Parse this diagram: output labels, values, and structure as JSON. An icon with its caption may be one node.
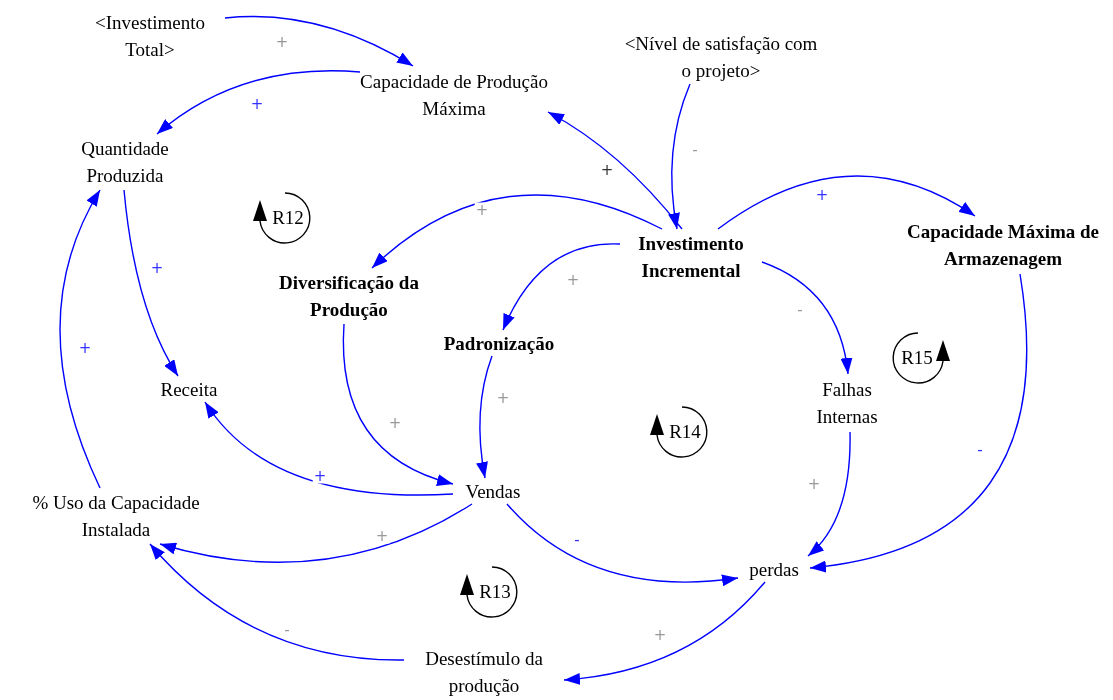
{
  "diagram": {
    "nodes": [
      {
        "text": [
          "<Investimento Total>"
        ]
      },
      {
        "text": [
          "Capacidade de Produção Máxima"
        ]
      },
      {
        "text": [
          "<Nível de satisfação com o projeto>"
        ]
      },
      {
        "text": [
          "Quantidade Produzida"
        ]
      },
      {
        "text": [
          "Investimento Incremental"
        ]
      },
      {
        "text": [
          "Capacidade Máxima de Armazenagem"
        ]
      },
      {
        "text": [
          "Diversificação da Produção"
        ]
      },
      {
        "text": [
          "Padronização"
        ]
      },
      {
        "text": [
          "Receita"
        ]
      },
      {
        "text": [
          "Falhas Internas"
        ]
      },
      {
        "text": [
          "Vendas"
        ]
      },
      {
        "text": [
          "% Uso da Capacidade Instalada"
        ]
      },
      {
        "text": [
          "perdas"
        ]
      },
      {
        "text": [
          "Desestímulo da produção"
        ]
      }
    ],
    "edges": [
      {
        "from": 0,
        "to": 1,
        "arrow": "to",
        "label": "+"
      },
      {
        "from": 1,
        "to": 3,
        "arrow": "to",
        "label": "+"
      },
      {
        "from": 4,
        "to": 1,
        "arrow": "to",
        "label": "+"
      },
      {
        "from": 2,
        "to": 4,
        "arrow": "to",
        "label": "-"
      },
      {
        "from": 4,
        "to": 6,
        "arrow": "to",
        "label": "+"
      },
      {
        "from": 4,
        "to": 7,
        "arrow": "to",
        "label": "+"
      },
      {
        "from": 4,
        "to": 5,
        "arrow": "to",
        "label": "+"
      },
      {
        "from": 4,
        "to": 9,
        "arrow": "to",
        "label": "-"
      },
      {
        "from": 3,
        "to": 8,
        "arrow": "to",
        "label": "+"
      },
      {
        "from": 6,
        "to": 10,
        "arrow": "to",
        "label": "+"
      },
      {
        "from": 7,
        "to": 10,
        "arrow": "to",
        "label": "+"
      },
      {
        "from": 10,
        "to": 8,
        "arrow": "to",
        "label": "+"
      },
      {
        "from": 10,
        "to": 11,
        "arrow": "to",
        "label": "+"
      },
      {
        "from": 11,
        "to": 3,
        "arrow": "to",
        "label": "+"
      },
      {
        "from": 10,
        "to": 12,
        "arrow": "to",
        "label": "-"
      },
      {
        "from": 9,
        "to": 12,
        "arrow": "to",
        "label": "+"
      },
      {
        "from": 5,
        "to": 12,
        "arrow": "to",
        "label": "-"
      },
      {
        "from": 12,
        "to": 13,
        "arrow": "to",
        "label": "+"
      },
      {
        "from": 13,
        "to": 11,
        "arrow": "to",
        "label": "-"
      }
    ],
    "labels": [
      "R12",
      "R15",
      "R14",
      "R13"
    ]
  }
}
